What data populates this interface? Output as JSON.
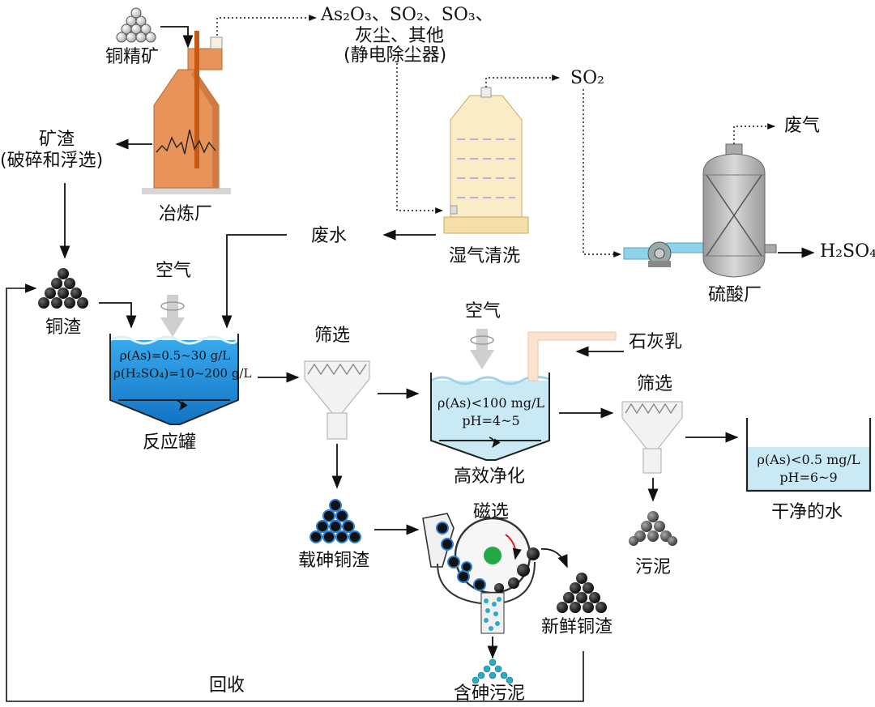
{
  "labels": {
    "copper_concentrate": "铜精矿",
    "smelter": "冶炼厂",
    "slag": "矿渣",
    "slag_note": "(破碎和浮选)",
    "flue_gas_line1": "As₂O₃、SO₂、SO₃、",
    "flue_gas_line2": "灰尘、其他",
    "flue_gas_line3": "(静电除尘器)",
    "so2": "SO₂",
    "exhaust": "废气",
    "wet_scrubbing": "湿气清洗",
    "wastewater": "废水",
    "sulfuric_plant": "硫酸厂",
    "h2so4": "H₂SO₄",
    "copper_slag": "铜渣",
    "air_1": "空气",
    "air_2": "空气",
    "reactor": "反应罐",
    "screening_1": "筛选",
    "screening_2": "筛选",
    "lime_milk": "石灰乳",
    "purification": "高效净化",
    "clean_water": "干净的水",
    "as_loaded_slag": "载砷铜渣",
    "magnetic_separation": "磁选",
    "fresh_slag": "新鲜铜渣",
    "sludge": "污泥",
    "as_sludge": "含砷污泥",
    "recycle": "回收"
  },
  "tank_text": {
    "reactor_line1": "ρ(As)=0.5~30 g/L",
    "reactor_line2": "ρ(H₂SO₄)=10~200 g/L",
    "purifier_line1": "ρ(As)<100 mg/L",
    "purifier_line2": "pH=4~5",
    "clean_line1": "ρ(As)<0.5 mg/L",
    "clean_line2": "pH=6~9"
  },
  "colors": {
    "furnace_orange": "#e8935a",
    "scrubber_cream": "#fbecc8",
    "tank_blue": "#1e8fd8",
    "light_water": "#c9e9f5",
    "sulfuric_gray": "#bdbdbd",
    "magnet_green": "#22a845"
  }
}
